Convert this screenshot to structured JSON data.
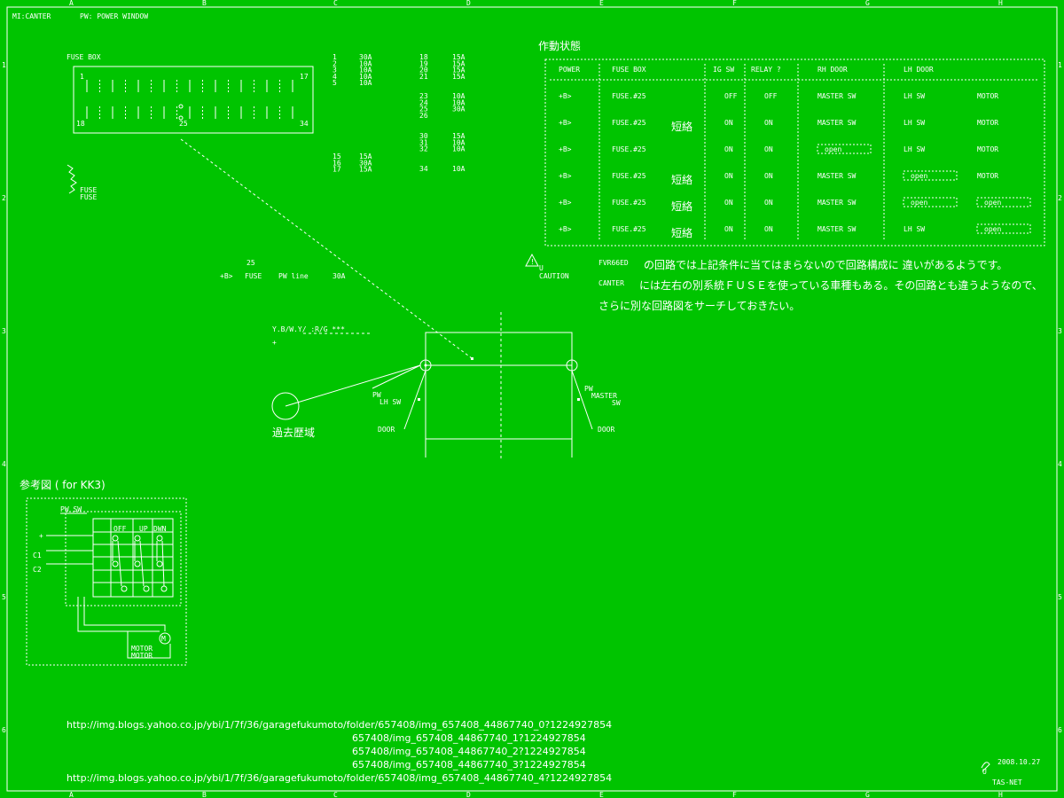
{
  "header": {
    "left": "MI:CANTER",
    "middle": "PW: POWER  WINDOW"
  },
  "border": {
    "col_labels": [
      "A",
      "B",
      "C",
      "D",
      "E",
      "F",
      "G",
      "H"
    ],
    "row_labels": [
      "1",
      "2",
      "3",
      "4",
      "5",
      "6"
    ]
  },
  "fuse_box": {
    "title": "FUSE BOX",
    "pin_top_left": "1",
    "pin_top_right": "17",
    "pin_bottom_left": "18",
    "pin_bottom_right": "34",
    "pin_bottom_mid": "25",
    "fuse_label_1": "FUSE",
    "fuse_label_2": "FUSE"
  },
  "fuse_list": {
    "col1": [
      {
        "no": "1",
        "amp": "30A"
      },
      {
        "no": "2",
        "amp": "10A"
      },
      {
        "no": "3",
        "amp": "10A"
      },
      {
        "no": "4",
        "amp": "10A"
      },
      {
        "no": "5",
        "amp": "10A"
      }
    ],
    "col1b": [
      {
        "no": "15",
        "amp": "15A"
      },
      {
        "no": "16",
        "amp": "30A"
      },
      {
        "no": "17",
        "amp": "15A"
      }
    ],
    "col2a": [
      {
        "no": "18",
        "amp": "15A"
      },
      {
        "no": "19",
        "amp": "15A"
      },
      {
        "no": "20",
        "amp": "15A"
      },
      {
        "no": "21",
        "amp": "15A"
      }
    ],
    "col2b": [
      {
        "no": "23",
        "amp": "10A"
      },
      {
        "no": "24",
        "amp": "10A"
      },
      {
        "no": "25",
        "amp": "30A"
      },
      {
        "no": "26",
        "amp": ""
      }
    ],
    "col2c": [
      {
        "no": "30",
        "amp": "15A"
      },
      {
        "no": "31",
        "amp": "10A"
      },
      {
        "no": "32",
        "amp": "10A"
      }
    ],
    "col2d": [
      {
        "no": "34",
        "amp": "10A"
      }
    ]
  },
  "pw_line": {
    "num": "25",
    "b": "+B>",
    "fuse": "FUSE",
    "line": "PW line",
    "amp": "30A"
  },
  "status_table": {
    "title": "作動状態",
    "headers": [
      "POWER",
      "FUSE BOX",
      "IG SW",
      "RELAY ?",
      "RH DOOR",
      "LH DOOR"
    ],
    "rows": [
      {
        "power": "+B>",
        "fuse": "FUSE.#25",
        "short": "",
        "ig": "OFF",
        "relay": "OFF",
        "rh": "MASTER SW",
        "lh": "LH SW",
        "motor": "MOTOR"
      },
      {
        "power": "+B>",
        "fuse": "FUSE.#25",
        "short": "短絡",
        "ig": "ON",
        "relay": "ON",
        "rh": "MASTER SW",
        "lh": "LH SW",
        "motor": "MOTOR"
      },
      {
        "power": "+B>",
        "fuse": "FUSE.#25",
        "short": "",
        "ig": "ON",
        "relay": "ON",
        "rh": "open",
        "lh": "LH SW",
        "motor": "MOTOR"
      },
      {
        "power": "+B>",
        "fuse": "FUSE.#25",
        "short": "短絡",
        "ig": "ON",
        "relay": "ON",
        "rh": "MASTER SW",
        "lh": "open",
        "motor": "MOTOR"
      },
      {
        "power": "+B>",
        "fuse": "FUSE.#25",
        "short": "短絡",
        "ig": "ON",
        "relay": "ON",
        "rh": "MASTER SW",
        "lh": "open",
        "motor": "open"
      },
      {
        "power": "+B>",
        "fuse": "FUSE.#25",
        "short": "短絡",
        "ig": "ON",
        "relay": "ON",
        "rh": "MASTER SW",
        "lh": "LH SW",
        "motor": "open"
      }
    ]
  },
  "caution": {
    "icon_label": "CAUTION",
    "tag1": "FVR66ED",
    "line1": "の回路では上記条件に当てはまらないので回路構成に 違いがあるようです。",
    "tag2": "CANTER",
    "line2": "には左右の別系統ＦＵＳＥを使っている車種もある。その回路とも違うようなので、",
    "line3": "さらに別な回路図をサーチしておきたい。"
  },
  "door_diagram": {
    "wire_label": "Y.B/W.Y/ :R/G ***",
    "plus": "+",
    "lh_pw": "PW",
    "lh_sw": "LH SW",
    "rh_pw": "PW",
    "rh_master": "MASTER",
    "rh_sw": "SW",
    "door_left": "DOOR",
    "door_right": "DOOR",
    "past_area": "過去歴域"
  },
  "reference": {
    "title": "参考図 ( for KK3)",
    "pw_sw": "PW SW",
    "pos_off": "OFF",
    "pos_up": "UP",
    "pos_dwn": "DWN",
    "plus": "+",
    "c1": "C1",
    "c2": "C2",
    "motor_1": "MOTOR",
    "motor_2": "MOTOR"
  },
  "urls": [
    "http://img.blogs.yahoo.co.jp/ybi/1/7f/36/garagefukumoto/folder/657408/img_657408_44867740_0?1224927854",
    "657408/img_657408_44867740_1?1224927854",
    "657408/img_657408_44867740_2?1224927854",
    "657408/img_657408_44867740_3?1224927854",
    "http://img.blogs.yahoo.co.jp/ybi/1/7f/36/garagefukumoto/folder/657408/img_657408_44867740_4?1224927854"
  ],
  "footer": {
    "date": "2008.10.27",
    "company": "TAS-NET"
  }
}
